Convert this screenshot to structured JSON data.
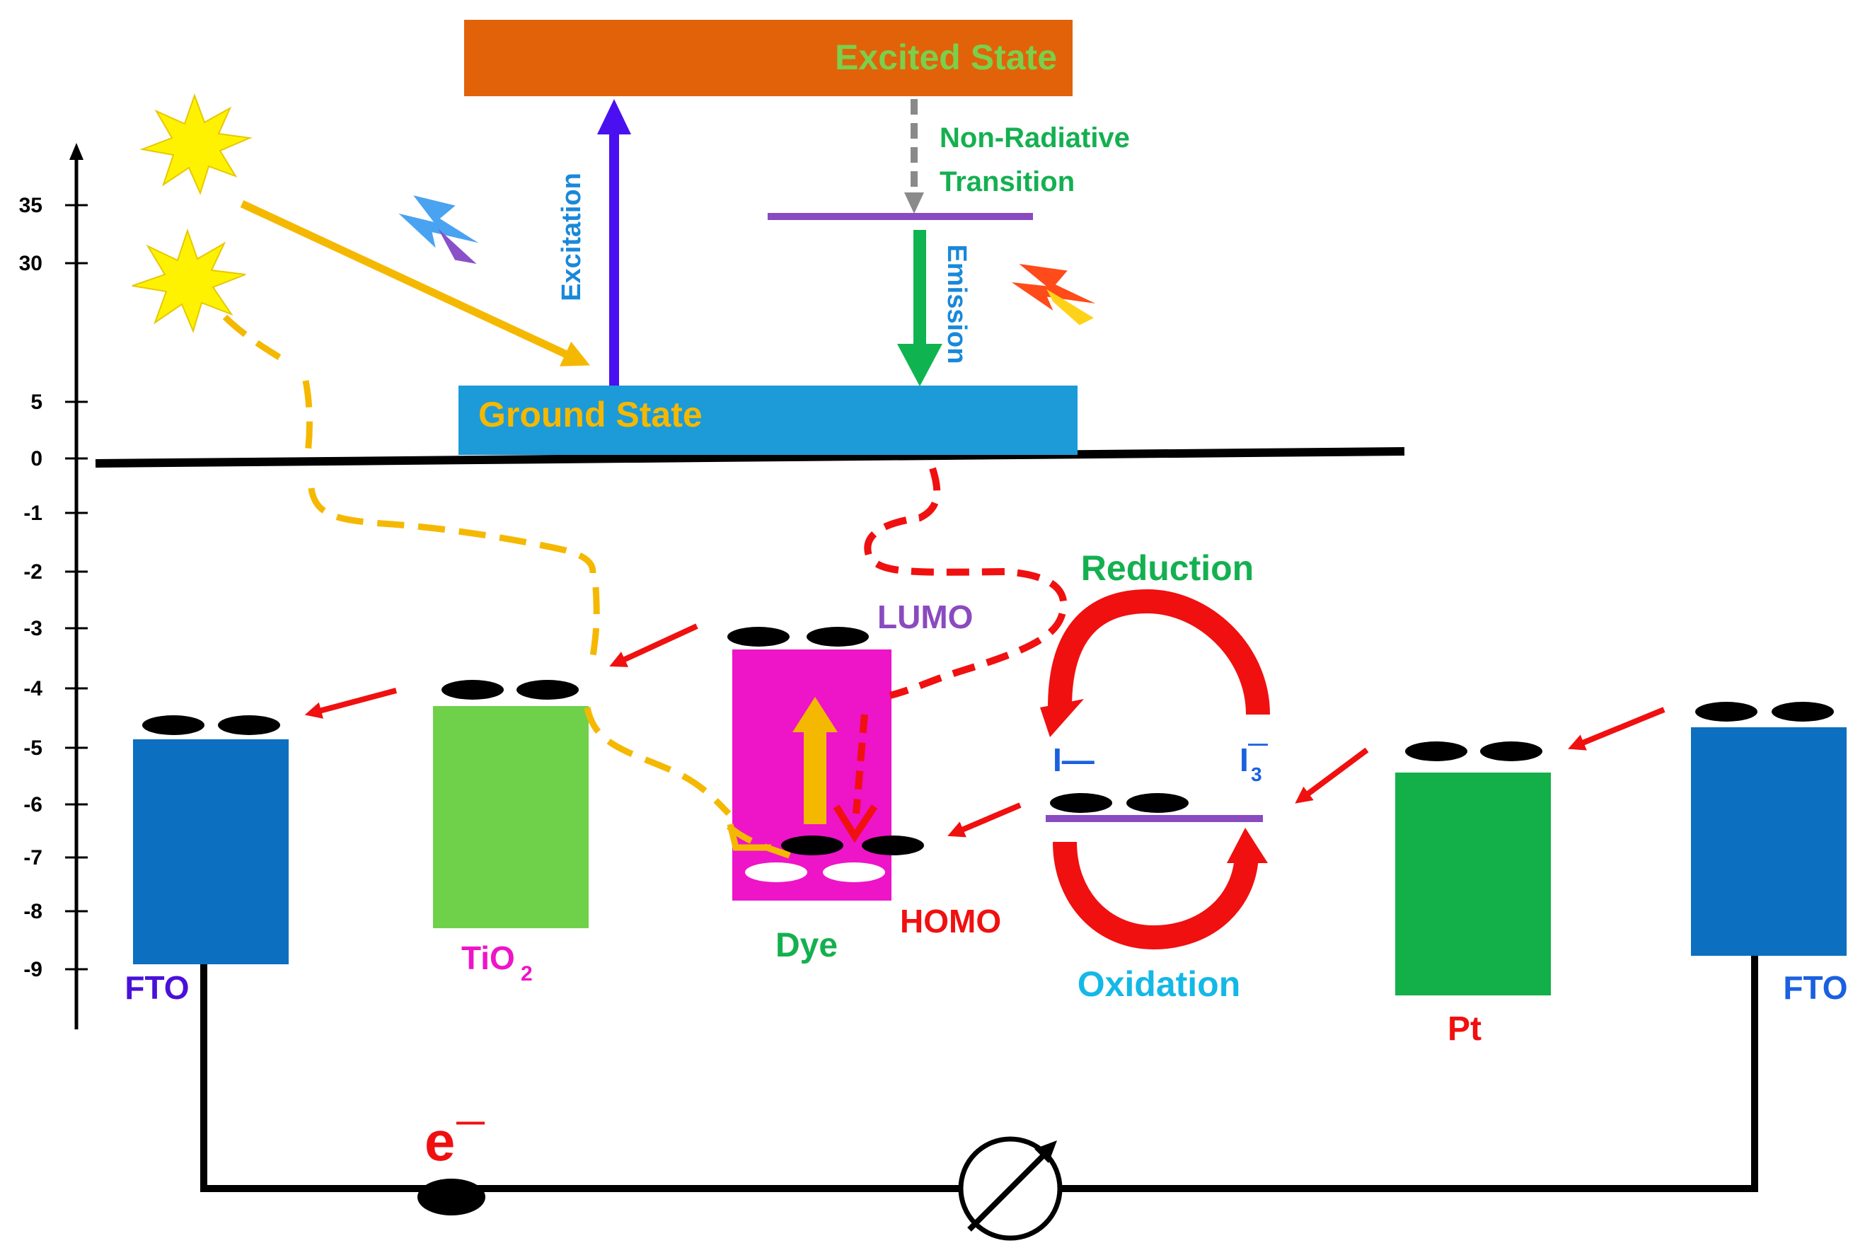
{
  "axis": {
    "ticks": [
      "35",
      "30",
      "5",
      "0",
      "-1",
      "-2",
      "-3",
      "-4",
      "-5",
      "-6",
      "-7",
      "-8",
      "-9"
    ]
  },
  "states": {
    "excited": "Excited State",
    "ground": "Ground State",
    "non_radiative_line1": "Non-Radiative",
    "non_radiative_line2": "Transition",
    "excitation": "Excitation",
    "emission": "Emission"
  },
  "bands": {
    "fto_left": "FTO",
    "tio2_main": "TiO",
    "tio2_sub": "2",
    "dye": "Dye",
    "lumo": "LUMO",
    "homo": "HOMO",
    "pt": "Pt",
    "fto_right": "FTO"
  },
  "redox": {
    "reduction": "Reduction",
    "oxidation": "Oxidation",
    "iodide": "I—",
    "triiodide_main": "I",
    "triiodide_sub": "3",
    "triiodide_sup": "—"
  },
  "circuit": {
    "electron_main": "e",
    "electron_sup": "—"
  },
  "colors": {
    "excited": "#e2620a",
    "ground": "#1c9bd8",
    "fto": "#0d6fbf",
    "tio2": "#6fd14a",
    "dye": "#ee14c8",
    "pt": "#13b04a",
    "arrow_red": "#f01010",
    "path_yellow": "#f5b800",
    "excitation_arrow": "#4a10f0",
    "emission_arrow": "#0fb450"
  }
}
